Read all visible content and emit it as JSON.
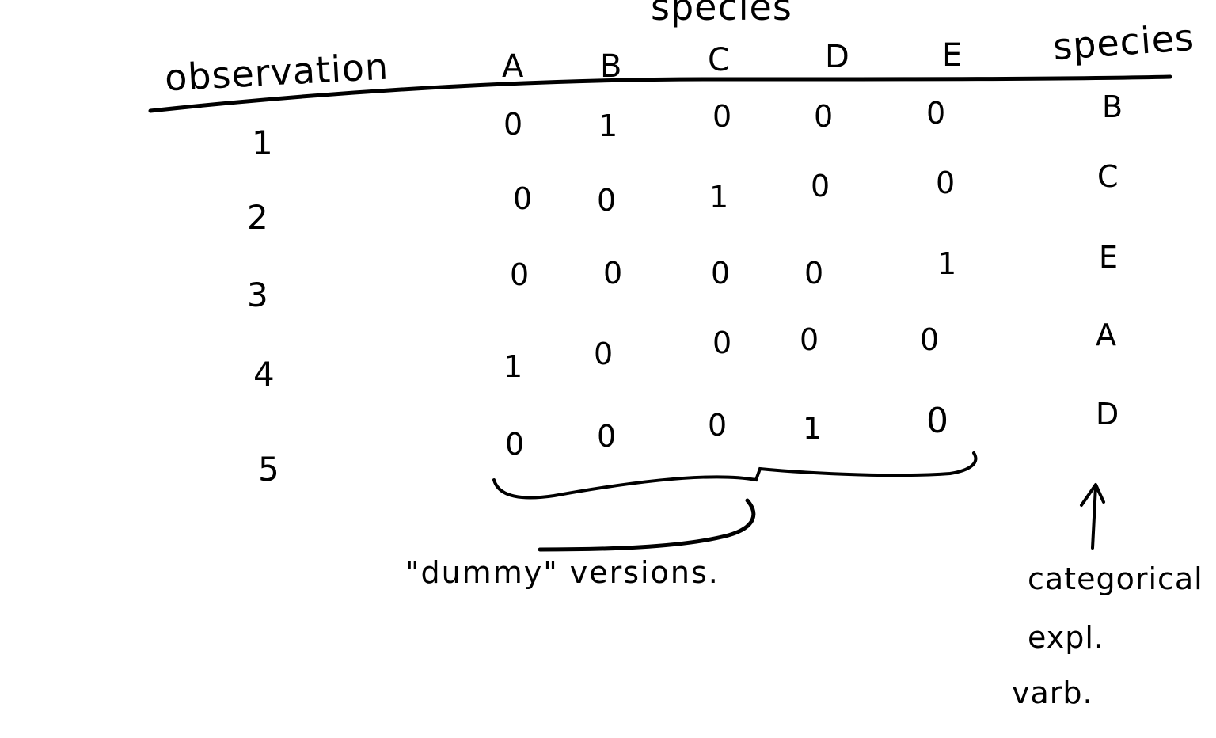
{
  "header": {
    "top_label": "species",
    "row_label": "observation",
    "right_label": "species",
    "columns": [
      "A",
      "B",
      "C",
      "D",
      "E"
    ]
  },
  "rows": [
    {
      "observation": "1",
      "values": [
        "0",
        "1",
        "0",
        "0",
        "0"
      ],
      "species": "B"
    },
    {
      "observation": "2",
      "values": [
        "0",
        "0",
        "1",
        "0",
        "0"
      ],
      "species": "C"
    },
    {
      "observation": "3",
      "values": [
        "0",
        "0",
        "0",
        "0",
        "1"
      ],
      "species": "E"
    },
    {
      "observation": "4",
      "values": [
        "1",
        "0",
        "0",
        "0",
        "0"
      ],
      "species": "A"
    },
    {
      "observation": "5",
      "values": [
        "0",
        "0",
        "0",
        "1",
        "0"
      ],
      "species": "D"
    }
  ],
  "annotations": {
    "dummy_label": "\"dummy\" versions.",
    "categorical_lines": [
      "categorical",
      "expl.",
      "varb."
    ]
  },
  "colors": {
    "ink": "#000000",
    "paper": "#ffffff"
  }
}
